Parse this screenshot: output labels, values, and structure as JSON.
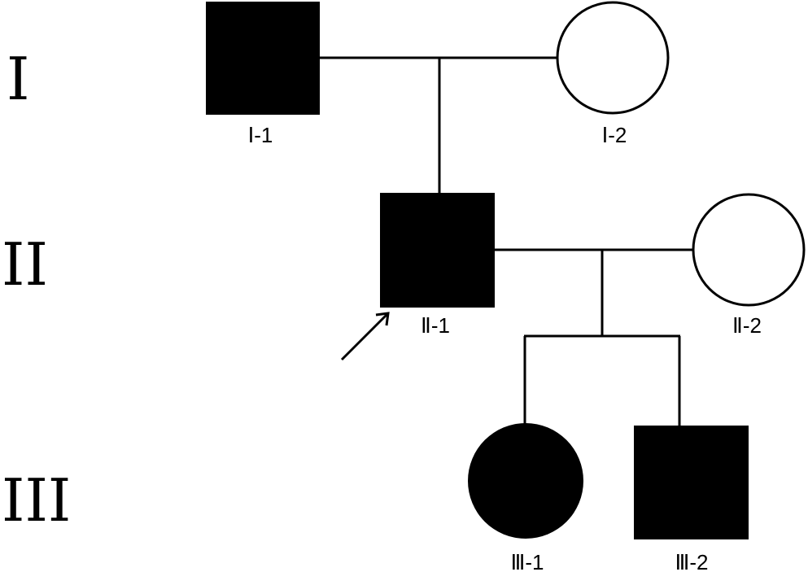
{
  "title": "Pedigree chart",
  "generations": [
    "I",
    "II",
    "III"
  ],
  "individuals": [
    {
      "id": "I-1",
      "label": "Ⅰ-1",
      "sex": "male",
      "affected": true
    },
    {
      "id": "I-2",
      "label": "Ⅰ-2",
      "sex": "female",
      "affected": false
    },
    {
      "id": "II-1",
      "label": "Ⅱ-1",
      "sex": "male",
      "affected": true,
      "proband": true
    },
    {
      "id": "II-2",
      "label": "Ⅱ-2",
      "sex": "female",
      "affected": false
    },
    {
      "id": "III-1",
      "label": "Ⅲ-1",
      "sex": "female",
      "affected": true
    },
    {
      "id": "III-2",
      "label": "Ⅲ-2",
      "sex": "male",
      "affected": true
    }
  ],
  "colors": {
    "affected": "#000000",
    "unaffected": "#ffffff",
    "line": "#000000"
  }
}
